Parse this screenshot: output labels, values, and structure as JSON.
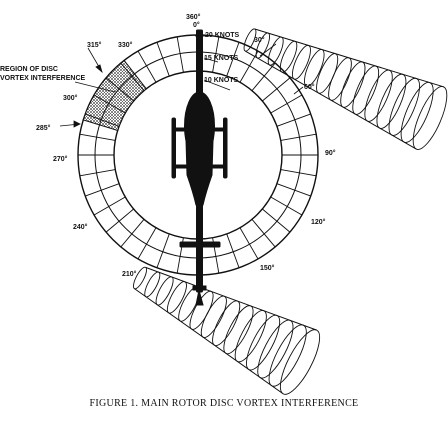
{
  "figure": {
    "caption": "FIGURE 1.   MAIN ROTOR DISC VORTEX INTERFERENCE",
    "azimuth_labels": [
      "360°",
      "0°",
      "30°",
      "60°",
      "90°",
      "120°",
      "150°",
      "210°",
      "240°",
      "270°",
      "285°",
      "300°",
      "315°",
      "330°"
    ],
    "speed_labels": [
      "20 KNOTS",
      "15 KNOTS",
      "10 KNOTS"
    ],
    "region_label": [
      "REGION OF DISC",
      "VORTEX INTERFERENCE"
    ],
    "colors": {
      "ink": "#111111",
      "background": "#ffffff",
      "shaded_region": "#555555"
    },
    "icons": [
      "helicopter-silhouette-icon",
      "vortex-tube-icon"
    ]
  }
}
